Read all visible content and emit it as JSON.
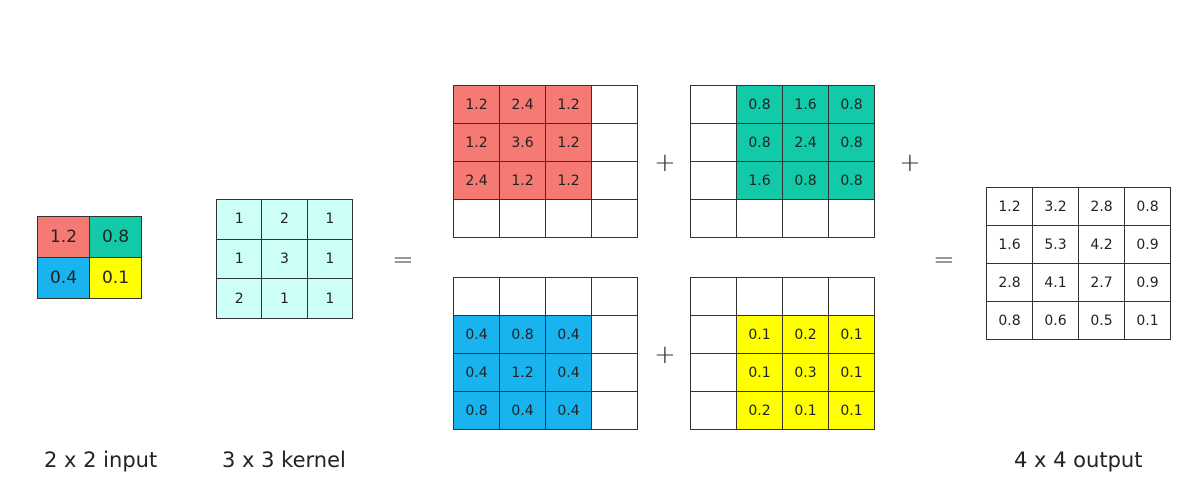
{
  "colors": {
    "red": "#f47a73",
    "teal": "#12c9a8",
    "blue": "#19b4f0",
    "yellow": "#ffff00",
    "kernel": "#ccfff6"
  },
  "input": {
    "caption": "2 x 2 input",
    "rows": [
      [
        "1.2",
        "0.8"
      ],
      [
        "0.4",
        "0.1"
      ]
    ]
  },
  "kernel": {
    "caption": "3 x 3 kernel",
    "rows": [
      [
        "1",
        "2",
        "1"
      ],
      [
        "1",
        "3",
        "1"
      ],
      [
        "2",
        "1",
        "1"
      ]
    ]
  },
  "operators": {
    "equals": "=",
    "plus": "+"
  },
  "partials": {
    "top_left": {
      "rows": [
        [
          "1.2",
          "2.4",
          "1.2",
          ""
        ],
        [
          "1.2",
          "3.6",
          "1.2",
          ""
        ],
        [
          "2.4",
          "1.2",
          "1.2",
          ""
        ],
        [
          "",
          "",
          "",
          ""
        ]
      ]
    },
    "top_right": {
      "rows": [
        [
          "",
          "0.8",
          "1.6",
          "0.8"
        ],
        [
          "",
          "0.8",
          "2.4",
          "0.8"
        ],
        [
          "",
          "1.6",
          "0.8",
          "0.8"
        ],
        [
          "",
          "",
          "",
          ""
        ]
      ]
    },
    "bottom_left": {
      "rows": [
        [
          "",
          "",
          "",
          ""
        ],
        [
          "0.4",
          "0.8",
          "0.4",
          ""
        ],
        [
          "0.4",
          "1.2",
          "0.4",
          ""
        ],
        [
          "0.8",
          "0.4",
          "0.4",
          ""
        ]
      ]
    },
    "bottom_right": {
      "rows": [
        [
          "",
          "",
          "",
          ""
        ],
        [
          "",
          "0.1",
          "0.2",
          "0.1"
        ],
        [
          "",
          "0.1",
          "0.3",
          "0.1"
        ],
        [
          "",
          "0.2",
          "0.1",
          "0.1"
        ]
      ]
    }
  },
  "output": {
    "caption": "4 x 4 output",
    "rows": [
      [
        "1.2",
        "3.2",
        "2.8",
        "0.8"
      ],
      [
        "1.6",
        "5.3",
        "4.2",
        "0.9"
      ],
      [
        "2.8",
        "4.1",
        "2.7",
        "0.9"
      ],
      [
        "0.8",
        "0.6",
        "0.5",
        "0.1"
      ]
    ]
  }
}
